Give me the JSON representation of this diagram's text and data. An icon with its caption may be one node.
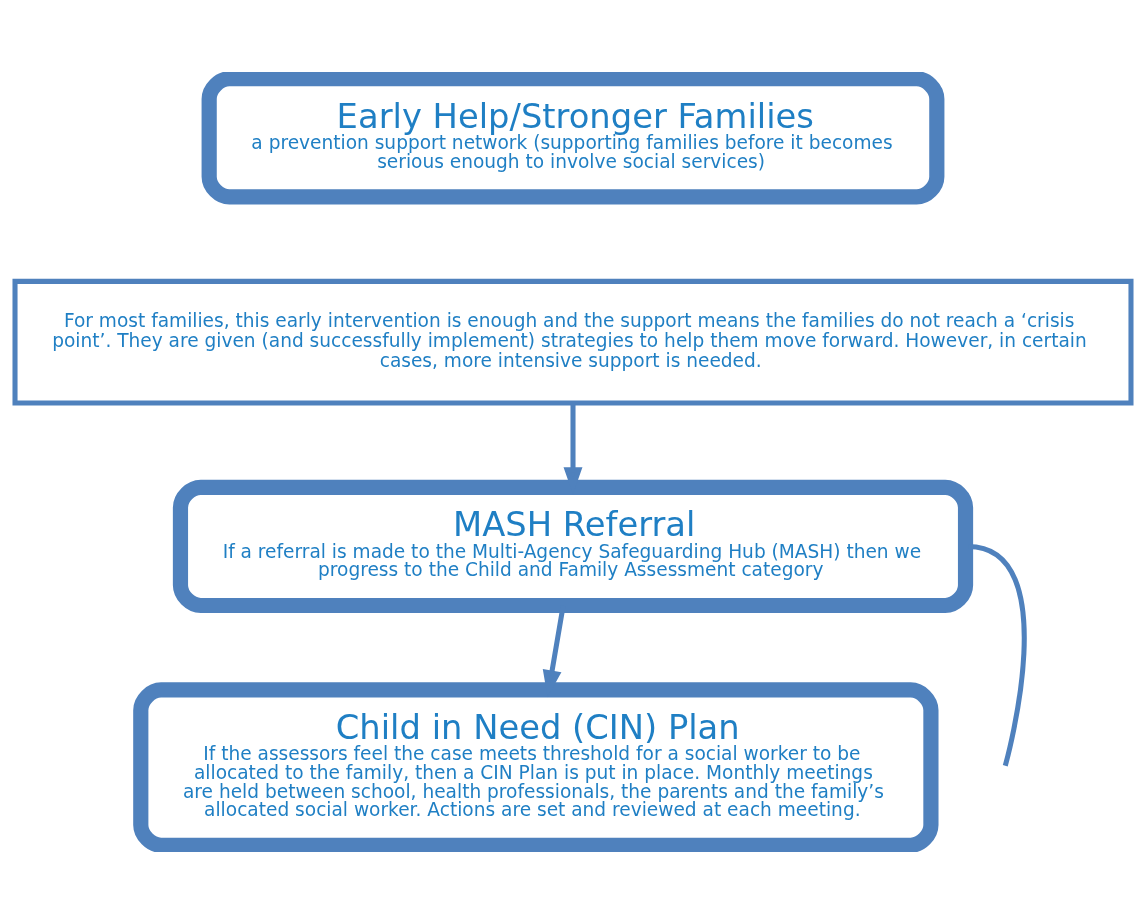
{
  "diagram": {
    "nodes": [
      {
        "text": [
          "Early Help/Stronger Families",
          "a prevention support network (supporting families before it becomes serious enough to involve social services)"
        ]
      },
      {
        "text": [
          "For most families, this early intervention is enough and the support means the families do not reach a ‘crisis point’. They are given (and successfully implement) strategies to help them move forward. However, in certain cases, more intensive support is needed."
        ]
      },
      {
        "text": [
          "MASH Referral",
          "If a referral is made to the Multi-Agency Safeguarding Hub (MASH) then we progress to the Child and Family Assessment category"
        ]
      },
      {
        "text": [
          "Child in Need (CIN) Plan",
          "If the assessors feel the case meets threshold for a social worker to be allocated to the family, then a CIN Plan is put in place. Monthly meetings are held between school, health professionals, the parents and the family’s allocated social worker. Actions are set and reviewed at each meeting."
        ]
      }
    ],
    "edges": [
      {
        "from": 1,
        "to": 2,
        "arrow": "to"
      },
      {
        "from": 2,
        "to": 3,
        "arrow": "to"
      },
      {
        "from": 2,
        "to": null,
        "arrow": "none"
      }
    ]
  }
}
